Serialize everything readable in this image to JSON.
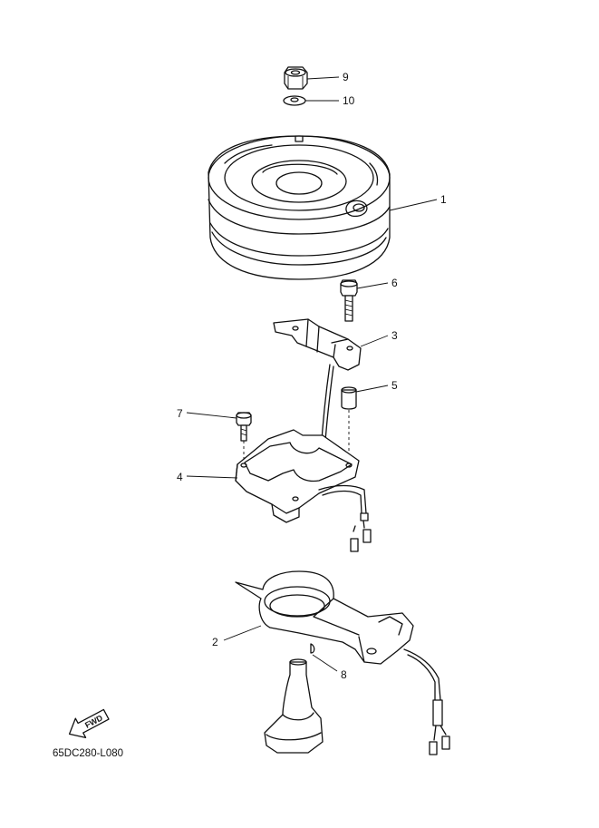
{
  "callouts": {
    "c1": "1",
    "c2": "2",
    "c3": "3",
    "c4": "4",
    "c5": "5",
    "c6": "6",
    "c7": "7",
    "c8": "8",
    "c9": "9",
    "c10": "10"
  },
  "fwd_label": "FWD",
  "diagram_code": "65DC280-L080"
}
